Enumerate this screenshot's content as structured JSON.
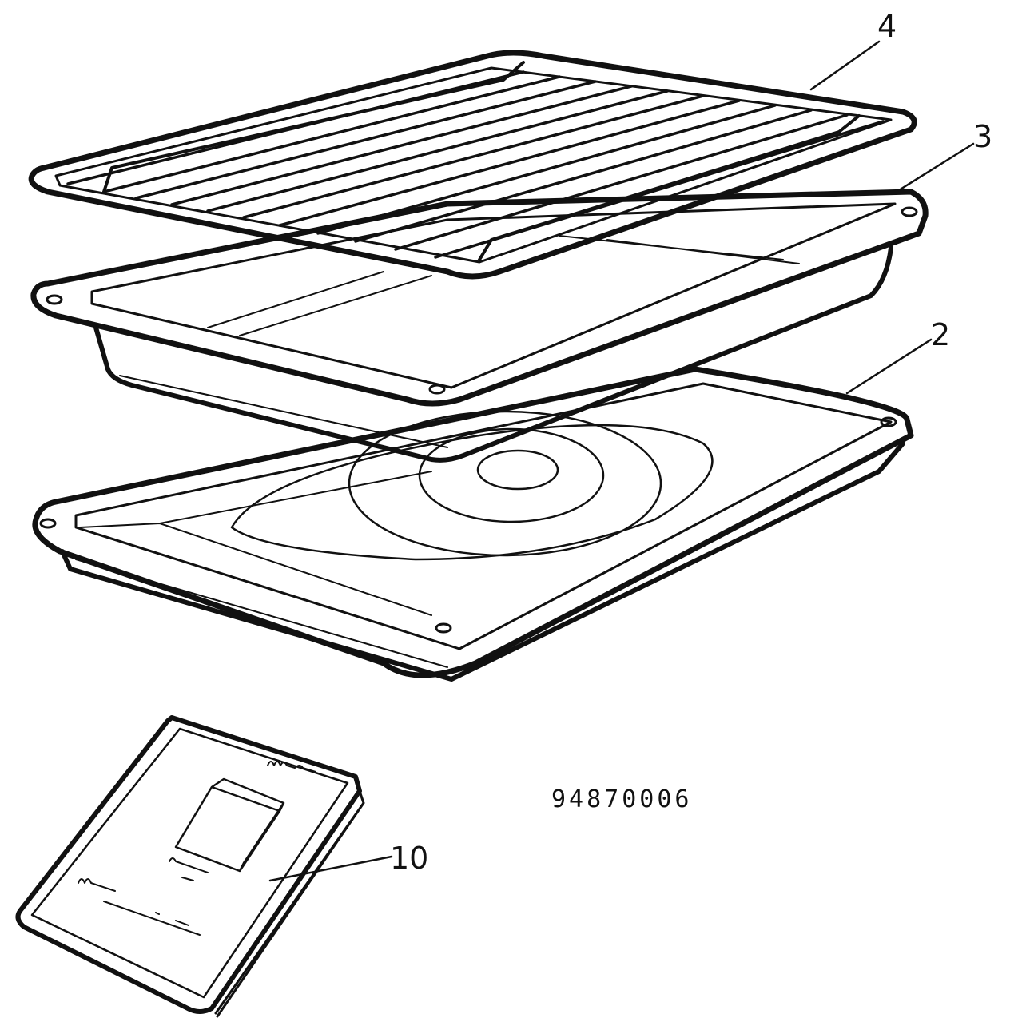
{
  "diagram": {
    "line_color": "#111111",
    "background": "#ffffff",
    "callouts": {
      "rack": "4",
      "roasting_pan": "3",
      "baking_tray": "2",
      "manual": "10"
    },
    "document_number": "94870006"
  }
}
